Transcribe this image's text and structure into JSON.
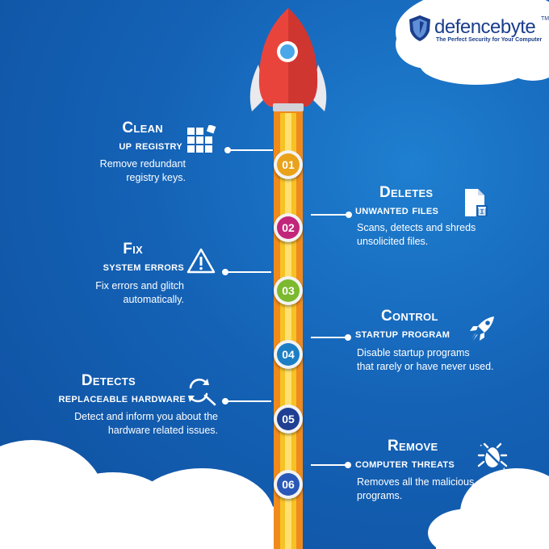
{
  "brand": {
    "name": "defencebyte",
    "trademark": "TM",
    "tagline": "The Perfect Security for Your Computer"
  },
  "steps": [
    {
      "number": "01",
      "title_line1": "Clean",
      "title_line2": "up registry",
      "desc_line1": "Remove redundant",
      "desc_line2": "registry keys.",
      "icon": "registry-blocks-icon",
      "color": "#e9a21a"
    },
    {
      "number": "02",
      "title_line1": "Deletes",
      "title_line2": "unwanted files",
      "desc_line1": "Scans, detects and shreds",
      "desc_line2": "unsolicited files.",
      "icon": "file-trash-icon",
      "color": "#c2267a"
    },
    {
      "number": "03",
      "title_line1": "Fix",
      "title_line2": "system errors",
      "desc_line1": "Fix errors and glitch",
      "desc_line2": "automatically.",
      "icon": "warning-triangle-icon",
      "color": "#7cb92e"
    },
    {
      "number": "04",
      "title_line1": "Control",
      "title_line2": "startup program",
      "desc_line1": "Disable startup programs",
      "desc_line2": "that rarely or have never used.",
      "icon": "rocket-icon",
      "color": "#1c7fc4"
    },
    {
      "number": "05",
      "title_line1": "Detects",
      "title_line2": "replaceable hardware",
      "desc_line1": "Detect and inform you about the",
      "desc_line2": "hardware related issues.",
      "icon": "refresh-search-icon",
      "color": "#1f3f93"
    },
    {
      "number": "06",
      "title_line1": "Remove",
      "title_line2": "computer threats",
      "desc_line1": "Removes all the malicious",
      "desc_line2": "programs.",
      "icon": "bug-crossed-icon",
      "color": "#2a58b8"
    }
  ]
}
